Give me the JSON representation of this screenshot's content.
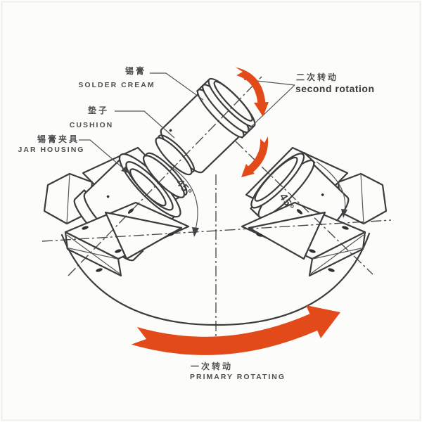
{
  "colors": {
    "background": "#fcfcfa",
    "line_art": "#3c3c3c",
    "arrow_orange": "#e24a1a",
    "label_text": "#4e4e4e"
  },
  "labels": {
    "solder_cream": {
      "zh": "锡膏",
      "en": "SOLDER CREAM"
    },
    "cushion": {
      "zh": "垫子",
      "en": "CUSHION"
    },
    "jar_housing": {
      "zh": "锡膏夹具",
      "en": "JAR HOUSING"
    },
    "second_rotation": {
      "zh": "二次转动",
      "en": "second rotation"
    },
    "primary_rotating": {
      "zh": "一次转动",
      "en": "PRIMARY ROTATING"
    },
    "angle_left": "45°",
    "angle_right": "45°"
  }
}
